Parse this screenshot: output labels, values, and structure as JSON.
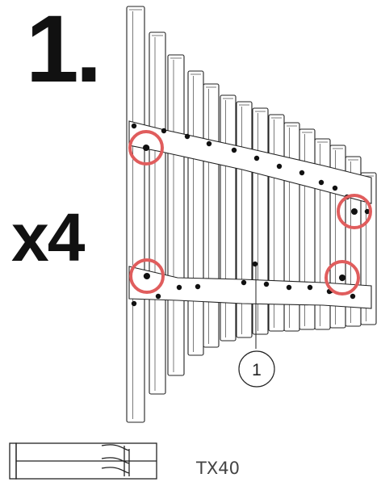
{
  "step": {
    "number": "1."
  },
  "quantity": {
    "label": "x4"
  },
  "callout": {
    "label": "1"
  },
  "tool": {
    "label": "TX40"
  },
  "colors": {
    "highlight": "#e05d5d",
    "line": "#222222",
    "fill": "#ffffff"
  },
  "icons": [
    "torx-bit-icon"
  ]
}
